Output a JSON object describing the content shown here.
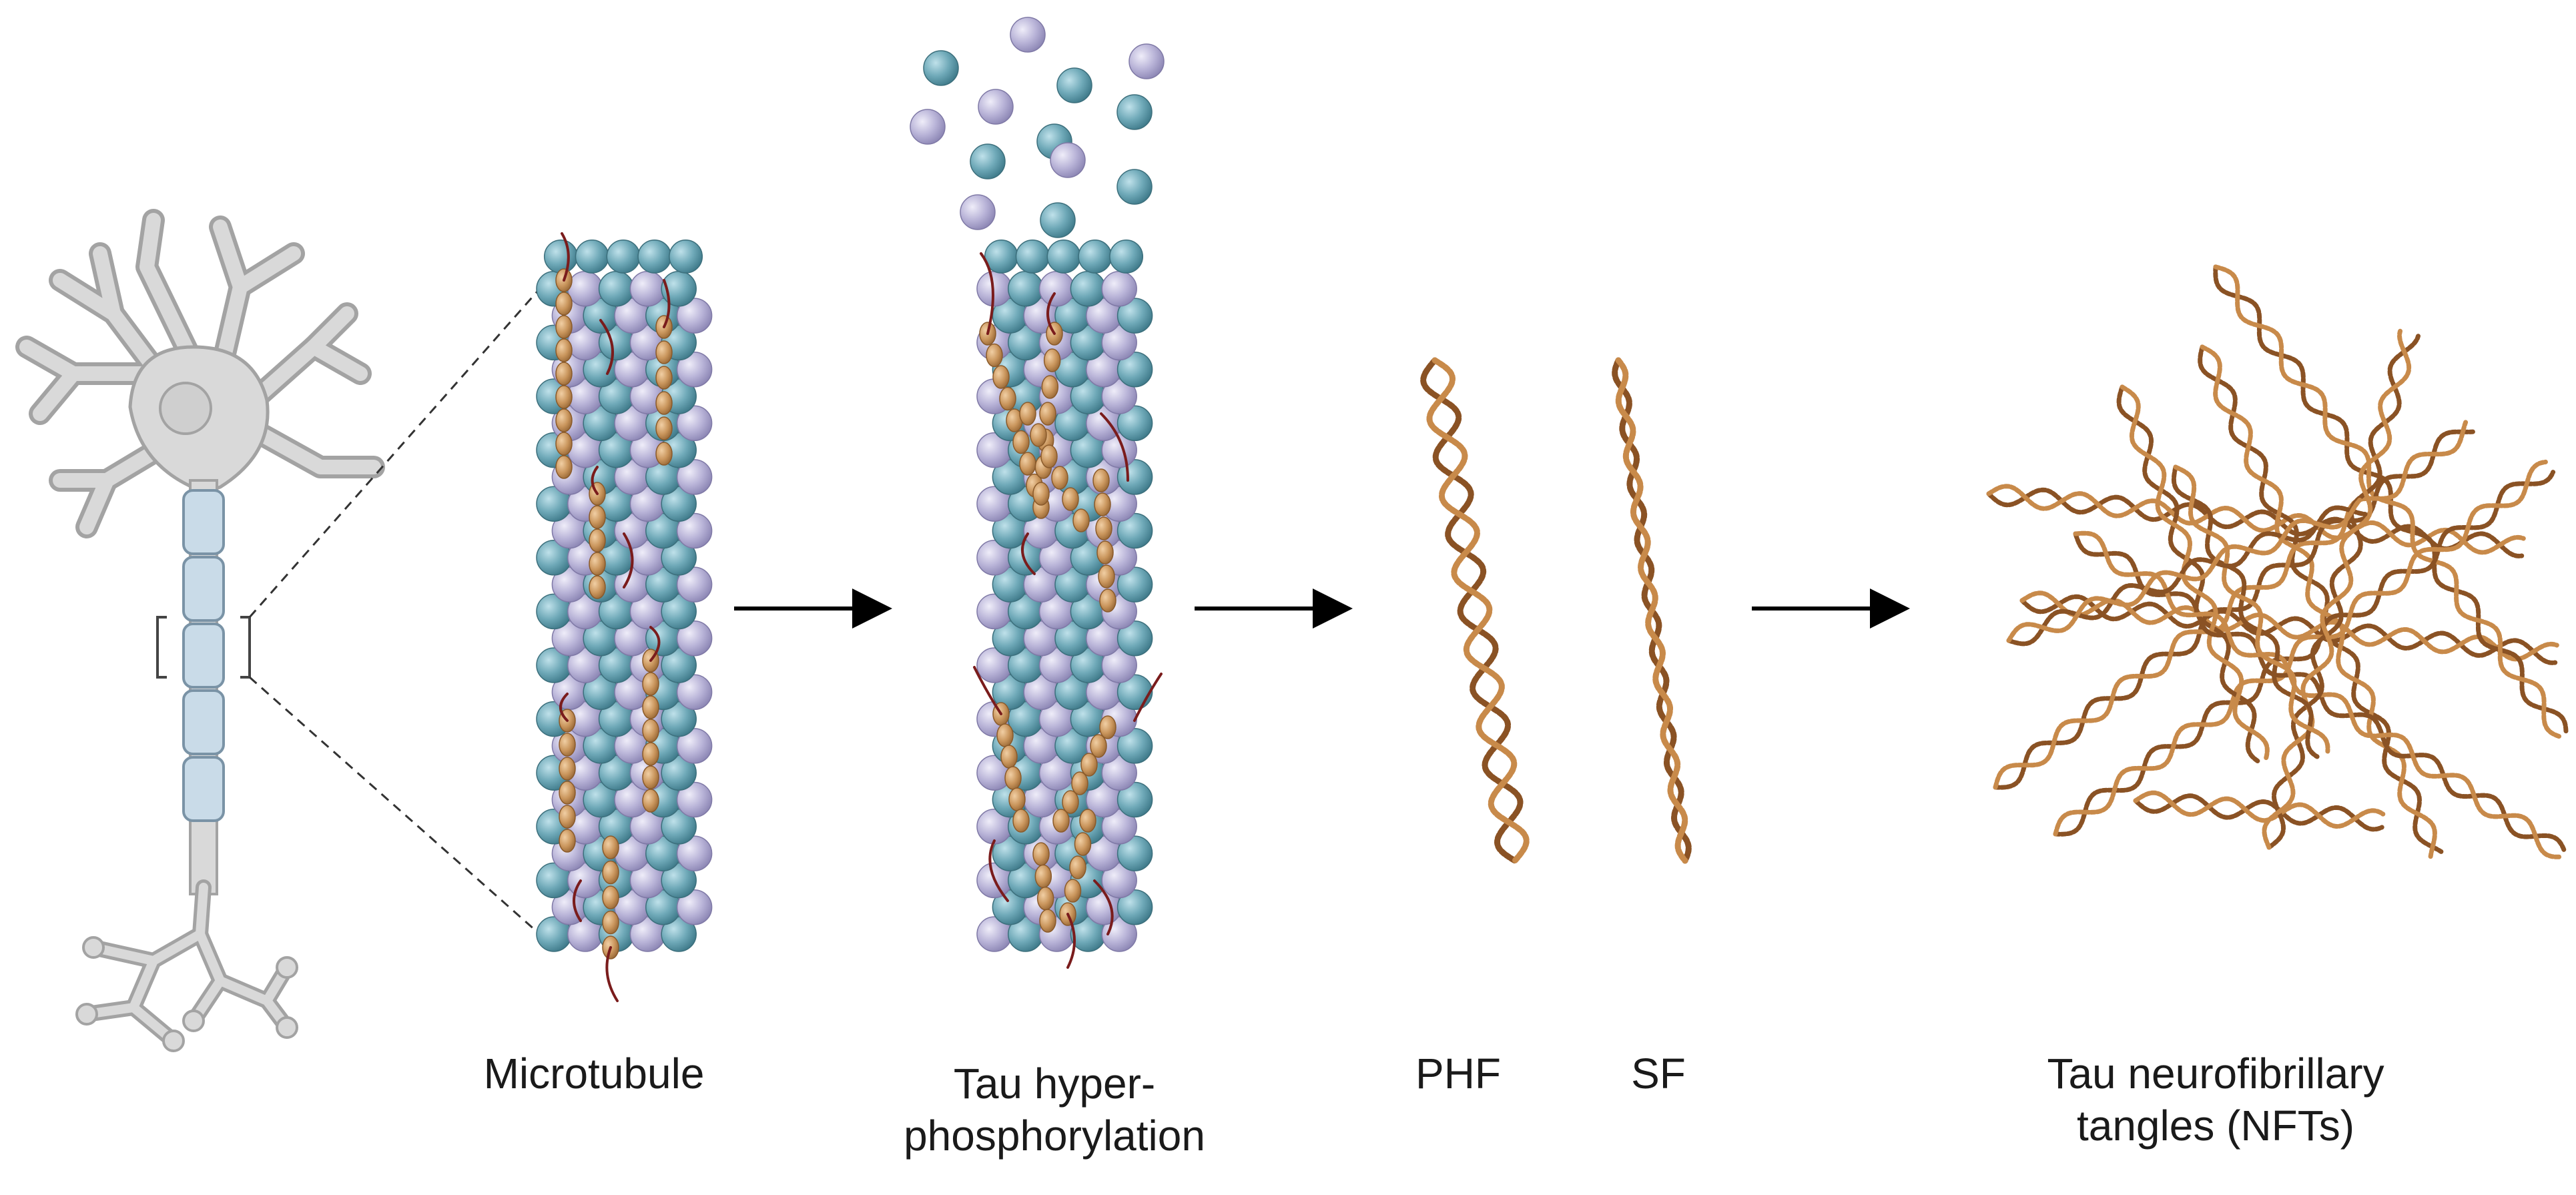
{
  "colors": {
    "neuron_fill": "#d9d9d9",
    "neuron_stroke": "#9a9a9a",
    "myelin": "#c9dbe8",
    "tubulin_teal": "#6fa9b8",
    "tubulin_lilac": "#b9b4d8",
    "tau_protein": "#c9955c",
    "tau_tail": "#7a1c1c",
    "fibril": "#9a5e2a",
    "fibril_light": "#c88a4a",
    "arrow": "#000000"
  },
  "stages": {
    "microtubule": {
      "label": "Microtubule"
    },
    "hyperphosphorylation": {
      "label_line1": "Tau hyper-",
      "label_line2": "phosphorylation"
    },
    "phf": {
      "label": "PHF"
    },
    "sf": {
      "label": "SF"
    },
    "nfts": {
      "label_line1": "Tau neurofibrillary",
      "label_line2": "tangles (NFTs)"
    }
  }
}
